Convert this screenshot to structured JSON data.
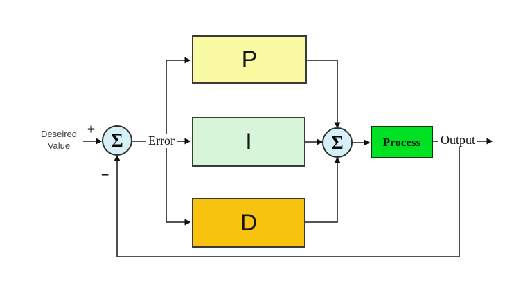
{
  "diagram": {
    "input_label_line1": "Deseired",
    "input_label_line2": "Value",
    "plus_sign": "+",
    "minus_sign": "−",
    "error_label": "Error",
    "output_label": "Output",
    "sum_symbol": "Σ",
    "blocks": {
      "p": {
        "label": "P",
        "fill": "#FAFAA2"
      },
      "i": {
        "label": "I",
        "fill": "#D7F5D8"
      },
      "d": {
        "label": "D",
        "fill": "#F7C30E"
      },
      "process": {
        "label": "Process",
        "fill": "#00E123"
      }
    },
    "colors": {
      "sum_fill": "#D5F0F6",
      "line": "#3A3A3A",
      "block_border": "#3A3A3A",
      "process_border": "#0A3A0A"
    }
  }
}
